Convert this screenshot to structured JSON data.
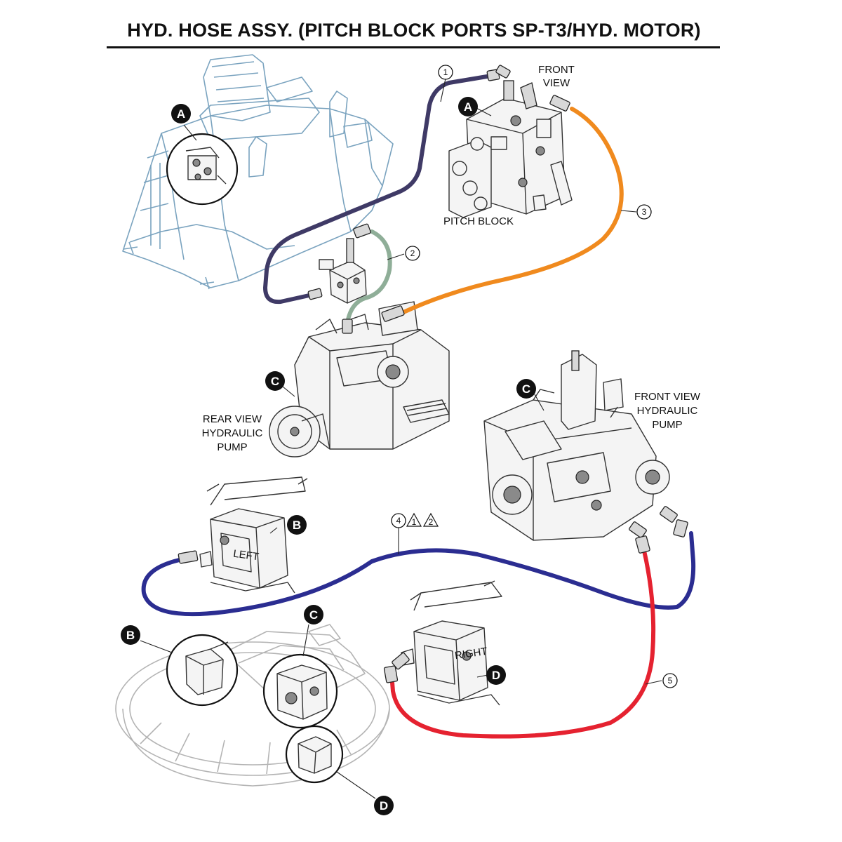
{
  "title": "HYD. HOSE ASSY. (PITCH BLOCK PORTS SP-T3/HYD. MOTOR)",
  "labels": {
    "front_view": [
      "FRONT",
      "VIEW"
    ],
    "pitch_block": "PITCH BLOCK",
    "rear_view_pump": [
      "REAR VIEW",
      "HYDRAULIC",
      "PUMP"
    ],
    "front_view_pump": [
      "FRONT VIEW",
      "HYDRAULIC",
      "PUMP"
    ],
    "left": "LEFT",
    "right": "RIGHT"
  },
  "callouts": {
    "letters": [
      "A",
      "A",
      "B",
      "B",
      "C",
      "C",
      "C",
      "D",
      "D"
    ],
    "numbers": [
      "1",
      "2",
      "3",
      "4",
      "5"
    ],
    "revision_marks": [
      "1",
      "2"
    ]
  },
  "hoses": [
    {
      "number": "1",
      "color": "#3f3a66"
    },
    {
      "number": "2",
      "color": "#8fae98"
    },
    {
      "number": "3",
      "color": "#f08a1e"
    },
    {
      "number": "4",
      "color": "#2b2d91"
    },
    {
      "number": "5",
      "color": "#e52230"
    }
  ],
  "colors": {
    "frame_outline": "#7aa3bf",
    "trowel_outline": "#b4b4b4",
    "callout_fill": "#111111"
  }
}
